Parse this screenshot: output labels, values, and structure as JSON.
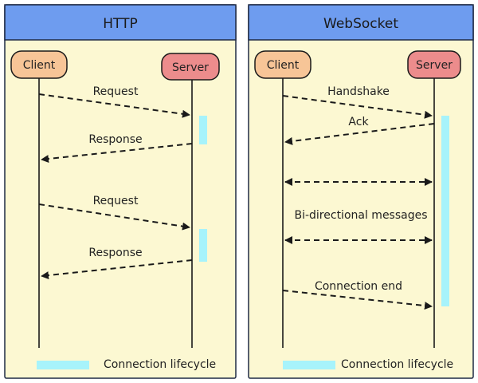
{
  "colors": {
    "panel_fill": "#fcf8d2",
    "panel_border": "#1f2a44",
    "header_fill": "#6e9cef",
    "client_fill": "#f7c597",
    "server_fill": "#ec8c8c",
    "lifecycle": "#a7f3fb",
    "line": "#1a1a1a",
    "text": "#222222"
  },
  "http": {
    "title": "HTTP",
    "client_label": "Client",
    "server_label": "Server",
    "messages": [
      {
        "label": "Request",
        "from": "client",
        "to": "server"
      },
      {
        "label": "Response",
        "from": "server",
        "to": "client"
      },
      {
        "label": "Request",
        "from": "client",
        "to": "server"
      },
      {
        "label": "Response",
        "from": "server",
        "to": "client"
      }
    ],
    "legend_label": "Connection lifecycle"
  },
  "websocket": {
    "title": "WebSocket",
    "client_label": "Client",
    "server_label": "Server",
    "messages": [
      {
        "label": "Handshake",
        "from": "client",
        "to": "server"
      },
      {
        "label": "Ack",
        "from": "server",
        "to": "client"
      },
      {
        "label": "",
        "from": "both",
        "to": "both"
      },
      {
        "label": "Bi-directional messages",
        "from": "both",
        "to": "both"
      },
      {
        "label": "Connection end",
        "from": "client",
        "to": "server"
      }
    ],
    "legend_label": "Connection lifecycle"
  }
}
